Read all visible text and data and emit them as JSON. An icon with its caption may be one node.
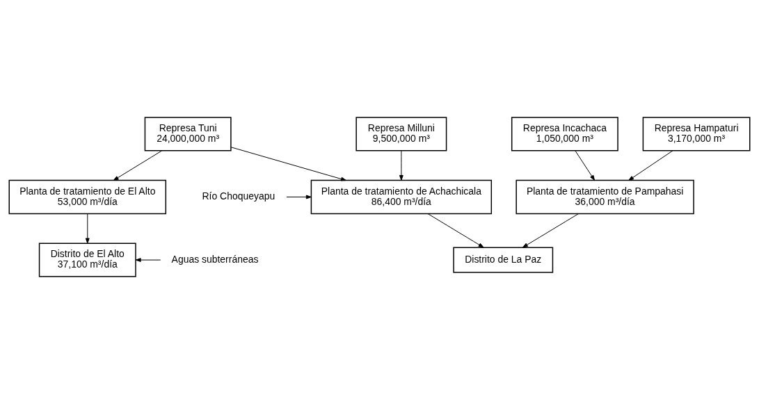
{
  "diagram": {
    "nodes": [
      {
        "text": [
          "Represa Tuni",
          "24,000,000 m³"
        ]
      },
      {
        "text": [
          "Represa Milluni",
          "9,500,000 m³"
        ]
      },
      {
        "text": [
          "Represa Incachaca",
          "1,050,000 m³"
        ]
      },
      {
        "text": [
          "Represa Hampaturi",
          "3,170,000 m³"
        ]
      },
      {
        "text": [
          "Planta de tratamiento de El Alto",
          "53,000 m³/día"
        ]
      },
      {
        "text": [
          "Planta de tratamiento de Achachicala",
          "86,400 m³/día"
        ]
      },
      {
        "text": [
          "Planta de tratamiento de Pampahasi",
          "36,000 m³/día"
        ]
      },
      {
        "text": [
          "Distrito de El Alto",
          "37,100 m³/día"
        ]
      },
      {
        "text": [
          "Aguas subterráneas"
        ]
      },
      {
        "text": [
          "Distrito de La Paz"
        ]
      },
      {
        "text": [
          "Río Choqueyapu"
        ]
      }
    ],
    "edges": [
      {
        "from": 0,
        "to": 4,
        "arrow": "to"
      },
      {
        "from": 0,
        "to": 5,
        "arrow": "to"
      },
      {
        "from": 1,
        "to": 5,
        "arrow": "to"
      },
      {
        "from": 2,
        "to": 6,
        "arrow": "to"
      },
      {
        "from": 3,
        "to": 6,
        "arrow": "to"
      },
      {
        "from": 4,
        "to": 7,
        "arrow": "to"
      },
      {
        "from": 5,
        "to": 9,
        "arrow": "to"
      },
      {
        "from": 6,
        "to": 9,
        "arrow": "to"
      },
      {
        "from": 8,
        "to": 7,
        "arrow": "to"
      },
      {
        "from": 10,
        "to": 5,
        "arrow": "to"
      }
    ]
  }
}
